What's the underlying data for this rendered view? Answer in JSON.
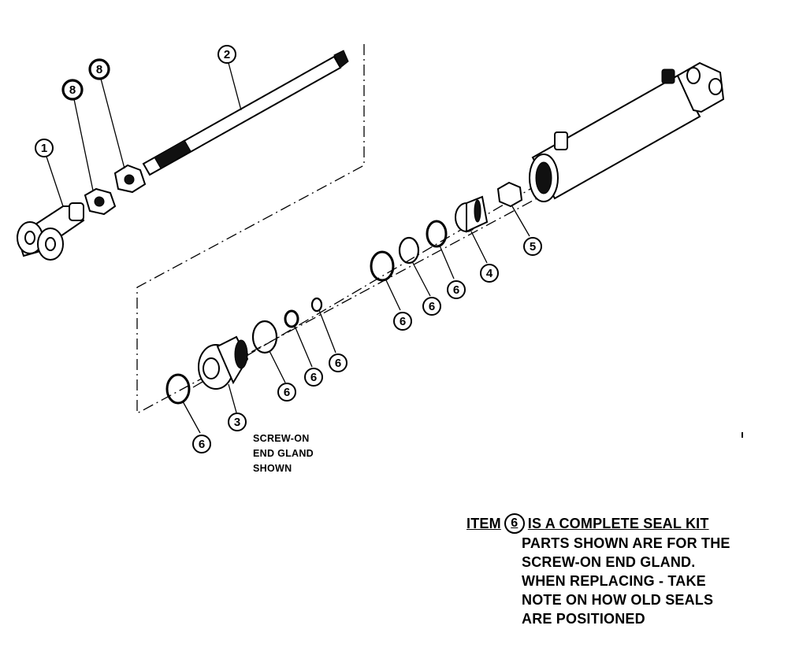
{
  "callouts": [
    {
      "id": "c1",
      "label": "1"
    },
    {
      "id": "c2",
      "label": "2"
    },
    {
      "id": "c8a",
      "label": "8"
    },
    {
      "id": "c8b",
      "label": "8"
    },
    {
      "id": "c3",
      "label": "3"
    },
    {
      "id": "c4",
      "label": "4"
    },
    {
      "id": "c5",
      "label": "5"
    },
    {
      "id": "c6a",
      "label": "6"
    },
    {
      "id": "c6b",
      "label": "6"
    },
    {
      "id": "c6c",
      "label": "6"
    },
    {
      "id": "c6d",
      "label": "6"
    },
    {
      "id": "c6e",
      "label": "6"
    },
    {
      "id": "c6f",
      "label": "6"
    },
    {
      "id": "c6g",
      "label": "6"
    }
  ],
  "notes": {
    "screw_on": [
      "SCREW-ON",
      "END GLAND",
      "SHOWN"
    ],
    "seal_kit_prefix": "ITEM",
    "seal_kit_item": "6",
    "seal_kit_suffix": "IS A COMPLETE SEAL KIT",
    "seal_kit_lines": [
      "PARTS SHOWN ARE FOR THE",
      "SCREW-ON END GLAND.",
      "WHEN REPLACING - TAKE",
      "NOTE ON HOW OLD SEALS",
      "ARE POSITIONED"
    ]
  }
}
